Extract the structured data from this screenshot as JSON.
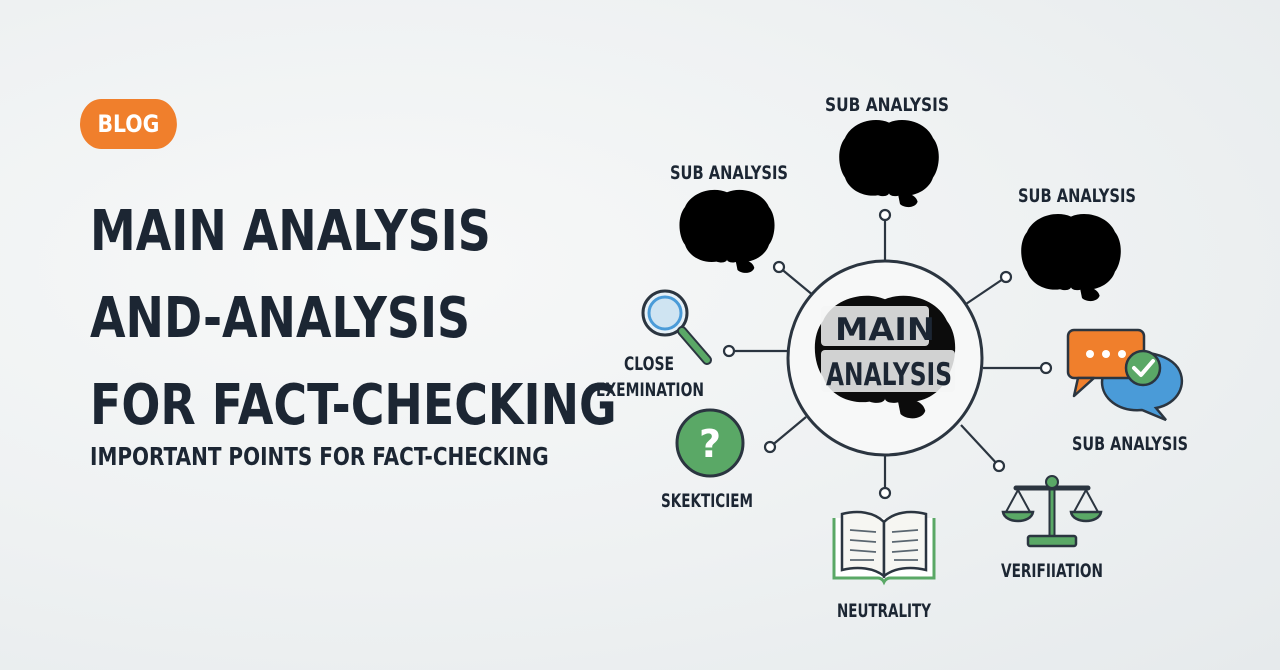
{
  "badge": "BLOG",
  "title_lines": [
    "MAIN ANALYSIS",
    "AND-ANALYSIS",
    "FOR FACT-CHECKING"
  ],
  "subtitle": "IMPORTANT POINTS FOR FACT-CHECKING",
  "diagram": {
    "center_lines": [
      "MAIN",
      "ANALYSIS"
    ],
    "nodes": {
      "top": "SUB ANALYSIS",
      "upper_left": "SUB ANALYSIS",
      "upper_right": "SUB ANALYSIS",
      "left_lines": [
        "CLOSE",
        "EXEMINATION"
      ],
      "right": "SUB ANALYSIS",
      "lower_left": "SKEKTICIEM",
      "bottom": "NEUTRALITY",
      "lower_right": "VERIFIIATION"
    }
  },
  "colors": {
    "accent_orange": "#f07f2c",
    "accent_green": "#5aa866",
    "accent_blue": "#4a9bd8",
    "ink": "#1c2633"
  },
  "icons": [
    "brain-icon",
    "magnifier-icon",
    "question-icon",
    "book-icon",
    "scale-icon",
    "chat-check-icon"
  ]
}
